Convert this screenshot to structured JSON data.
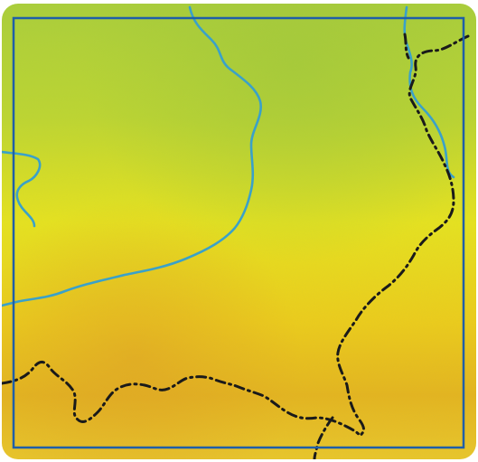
{
  "map": {
    "kind": "regional climate / elevation shading map",
    "colors": {
      "north_green": "#a9cf3a",
      "middle_yellow": "#e6e31e",
      "south_yellow": "#eccc1a",
      "south_orange": "#e4b41e",
      "river": "#3aa1c9",
      "border": "#1a1a1a",
      "frame": "#1f5fa8"
    },
    "layers": [
      {
        "name": "river",
        "style": "solid blue line"
      },
      {
        "name": "national-border",
        "style": "dash-dot black line"
      },
      {
        "name": "frame",
        "style": "blue rectangle outline"
      }
    ]
  }
}
